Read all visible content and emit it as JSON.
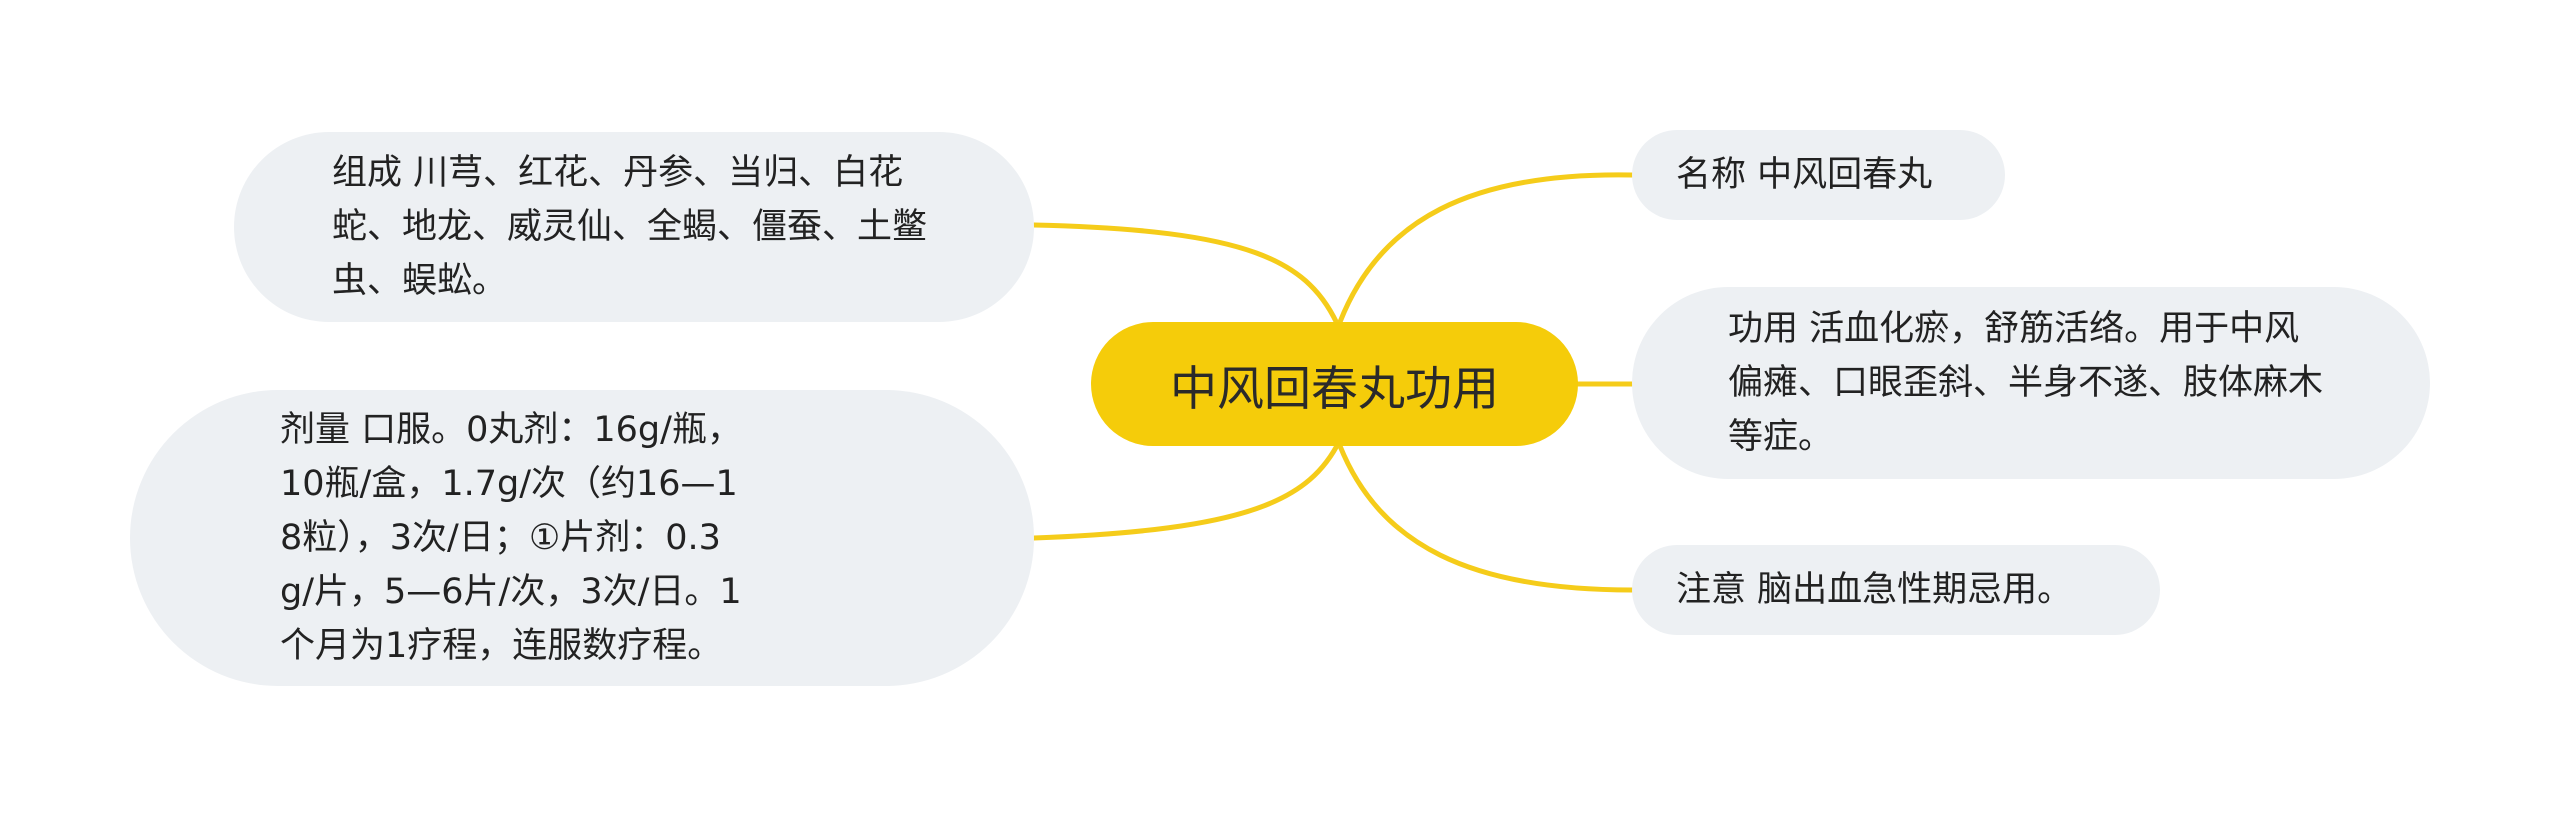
{
  "mindmap": {
    "central_topic": "中风回春丸功用",
    "branches": {
      "composition": "组成 川芎、红花、丹参、当归、白花蛇、地龙、威灵仙、全蝎、僵蚕、土鳖虫、蜈蚣。",
      "dosage": "剂量 口服。0丸剂：16g/瓶，10瓶/盒，1.7g/次（约16—18粒），3次/日；①片剂：0.3g/片，5—6片/次，3次/日。1个月为1疗程，连服数疗程。",
      "name": "名称 中风回春丸",
      "function": "功用 活血化瘀，舒筋活络。用于中风偏瘫、口眼歪斜、半身不遂、肢体麻木等症。",
      "caution": "注意 脑出血急性期忌用。"
    },
    "colors": {
      "central_fill": "#F5CC0A",
      "connector": "#F5CC1A",
      "node_fill": "#EDF0F3",
      "text": "#222222"
    }
  }
}
